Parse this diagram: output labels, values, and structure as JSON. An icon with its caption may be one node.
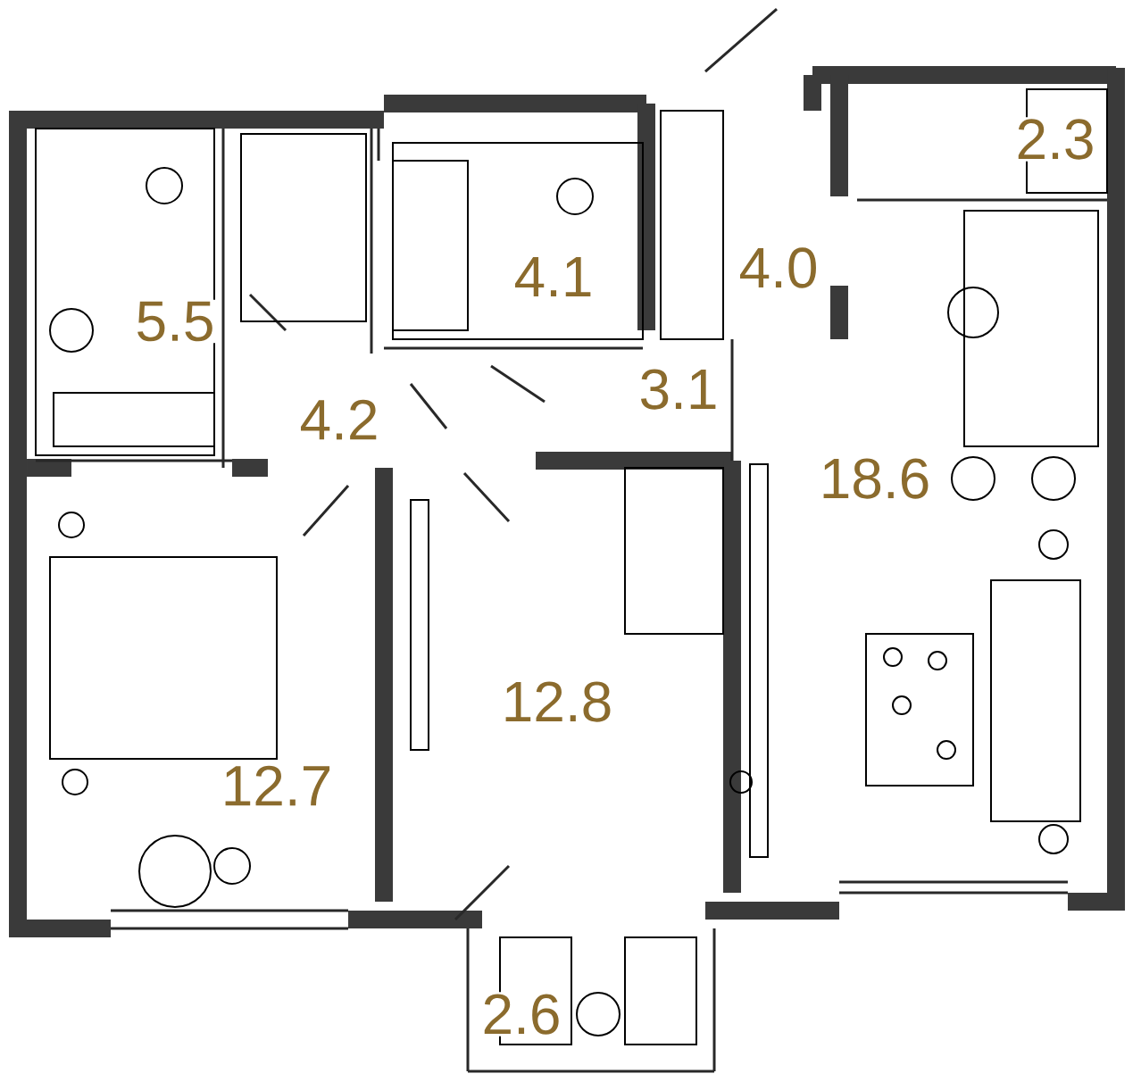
{
  "diagram": {
    "labels": [
      "2.3",
      "4.1",
      "4.0",
      "5.5",
      "4.2",
      "3.1",
      "18.6",
      "12.8",
      "12.7",
      "2.6"
    ]
  }
}
